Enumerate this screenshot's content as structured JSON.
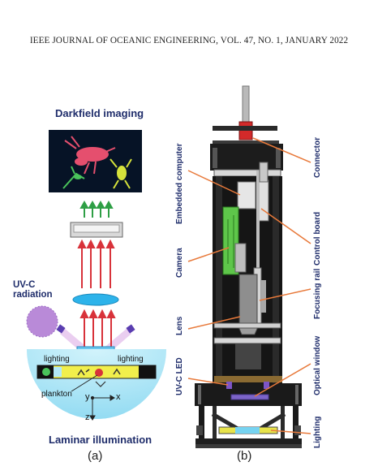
{
  "header": "IEEE JOURNAL OF OCEANIC ENGINEERING, VOL. 47, NO. 1, JANUARY 2022",
  "panel_a": {
    "title_top": "Darkfield imaging",
    "uvc_label": "UV-C\nradiation",
    "lighting_left": "lighting",
    "lighting_right": "lighting",
    "plankton": "plankton",
    "axis_y": "y",
    "axis_x": "x",
    "axis_z": "z",
    "title_bottom": "Laminar illumination",
    "caption": "(a)"
  },
  "panel_b": {
    "left_labels": [
      "Embedded computer",
      "Camera",
      "Lens",
      "UV-C LED"
    ],
    "right_labels": [
      "Connector",
      "Control board",
      "Focusing rail",
      "Optical window",
      "Lighting"
    ],
    "caption": "(b)"
  },
  "colors": {
    "label_blue": "#1f2d6b",
    "leader_orange": "#e8793a",
    "uv_purple": "#7d55c7",
    "red_arrow": "#d8323a",
    "green_arrow": "#2e9f45",
    "water_blue": "#aee6f7"
  }
}
